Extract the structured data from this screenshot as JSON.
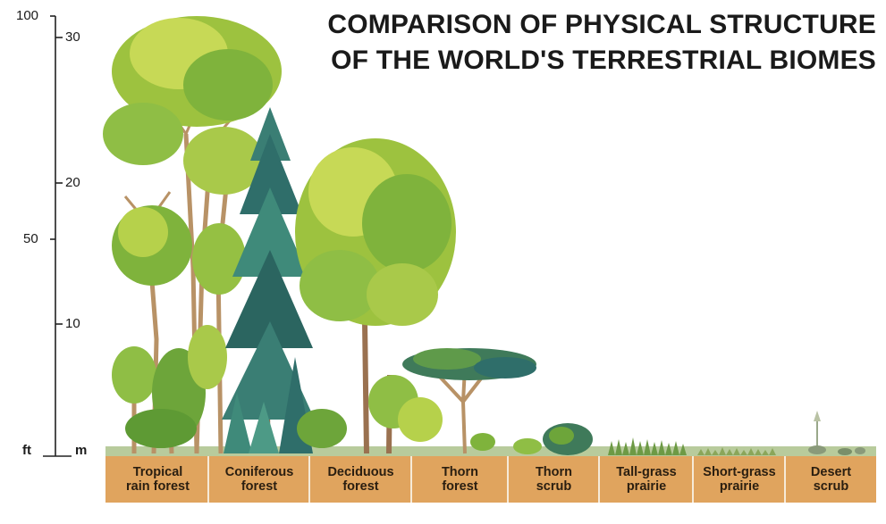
{
  "title": {
    "line1": "COMPARISON OF PHYSICAL STRUCTURE",
    "line2": "OF THE WORLD'S TERRESTRIAL BIOMES"
  },
  "scale": {
    "feet_unit": "ft",
    "meter_unit": "m",
    "feet_ticks": [
      "100",
      "50"
    ],
    "meter_ticks": [
      "30",
      "20",
      "10"
    ]
  },
  "biomes": [
    {
      "line1": "Tropical",
      "line2": "rain forest"
    },
    {
      "line1": "Coniferous",
      "line2": "forest"
    },
    {
      "line1": "Deciduous",
      "line2": "forest"
    },
    {
      "line1": "Thorn",
      "line2": "forest"
    },
    {
      "line1": "Thorn",
      "line2": "scrub"
    },
    {
      "line1": "Tall-grass",
      "line2": "prairie"
    },
    {
      "line1": "Short-grass",
      "line2": "prairie"
    },
    {
      "line1": "Desert",
      "line2": "scrub"
    }
  ],
  "colors": {
    "label_band": "#e0a45e",
    "band_divider": "#f6ead8",
    "ground": "#6f9a3c",
    "foliage_light": "#c7d956",
    "foliage_mid": "#7fb33c",
    "foliage_dark": "#3e7f2e",
    "conifer": "#2f6e6a",
    "trunk": "#b89266"
  }
}
